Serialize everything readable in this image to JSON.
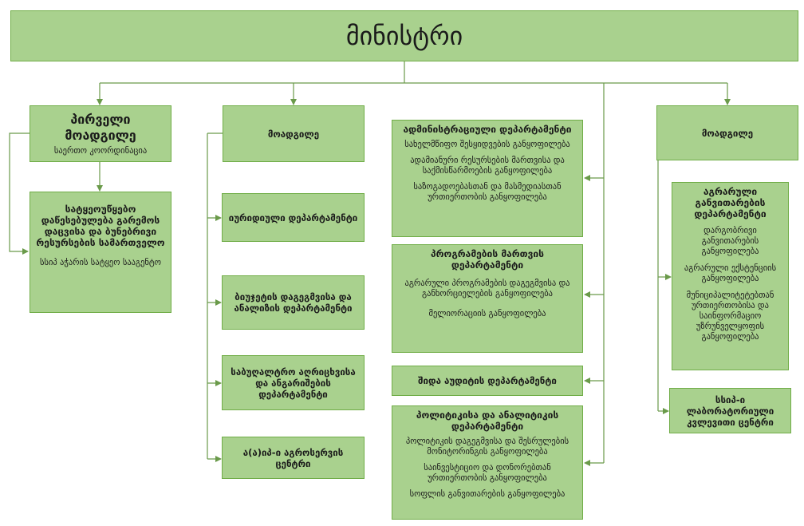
{
  "root": {
    "title": "მინისტრი"
  },
  "first_deputy": {
    "title": "პირველი მოადგილე",
    "subtitle": "საერთო კოორდინაცია"
  },
  "env_agency": {
    "title": "სატყეოუწყებო დაწესებულება გარემოს დაცვისა და ბუნებრივი რესურსების სამართველო",
    "subtitle": "სსიპ აჭარის სატყეო სააგენტო"
  },
  "deputy_left": {
    "title": "მოადგილე"
  },
  "legal_dept": {
    "title": "იურიდიული დეპარტამენტი"
  },
  "budget_dept": {
    "title": "ბიუჯეტის დაგეგმვისა და ანალიზის დეპარტამენტი"
  },
  "accounting_dept": {
    "title": "საბუღალტრო აღრიცხვისა და ანგარიშების დეპარტამენტი"
  },
  "agro_center": {
    "title": "ა(ა)იპ-ი აგროსერვის ცენტრი"
  },
  "admin_dept": {
    "title": "ადმინისტრაციული დეპარტამენტი",
    "units": [
      "სახელმწიფო შესყიდვების განყოფილება",
      "ადამიანური რესურსების მართვისა და საქმისწარმოების განყოფილება",
      "საზოგადოებასთან და მასმედიასთან ურთიერთობის განყოფილება"
    ]
  },
  "programs_dept": {
    "title": "პროგრამების მართვის დეპარტამენტი",
    "units": [
      "აგრარული პროგრამების დაგეგმვისა და განხორციელების განყოფილება",
      "მელიორაციის განყოფილება"
    ]
  },
  "audit_dept": {
    "title": "შიდა აუდიტის დეპარტამენტი"
  },
  "policy_dept": {
    "title": "პოლიტიკისა და ანალიტიკის დეპარტამენტი",
    "units": [
      "პოლიტიკის დაგეგმვისა და შესრულების მონიტორინგის განყოფილება",
      "საინვესტიციო და დონორებთან ურთიერთობის განყოფილება",
      "სოფლის განვითარების განყოფილება"
    ]
  },
  "deputy_right": {
    "title": "მოადგილე"
  },
  "agro_dev_dept": {
    "title": "აგრარული განვითარების დეპარტამენტი",
    "units": [
      "დარგობრივი განვითარების განყოფილება",
      "აგრარული ექსტენციის განყოფილება",
      "მუნიციპალიტეტებთან ურთიერთობისა და საინფორმაციო უზრუნველყოფის განყოფილება"
    ]
  },
  "lab_center": {
    "title": "სსიპ-ი ლაბორატორიული კვლევითი ცენტრი"
  },
  "colors": {
    "box_fill": "#a9d18e",
    "box_border": "#70ad47",
    "line": "#6a9a4a"
  }
}
